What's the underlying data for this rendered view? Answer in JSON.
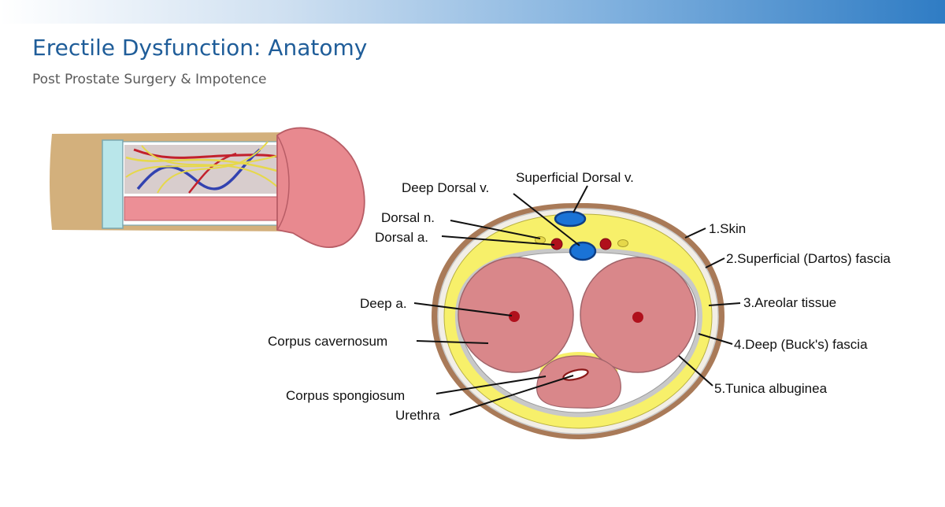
{
  "slide": {
    "title": "Erectile Dysfunction: Anatomy",
    "subtitle": "Post Prostate Surgery & Impotence"
  },
  "diagram": {
    "labels": {
      "superficial_dorsal_v": "Superficial Dorsal v.",
      "deep_dorsal_v": "Deep Dorsal v.",
      "dorsal_n": "Dorsal n.",
      "dorsal_a": "Dorsal a.",
      "deep_a": "Deep a.",
      "corpus_cavernosum": "Corpus cavernosum",
      "corpus_spongiosum": "Corpus spongiosum",
      "urethra": "Urethra",
      "skin": "1.Skin",
      "superficial_fascia": "2.Superficial (Dartos) fascia",
      "areolar_tissue": "3.Areolar tissue",
      "deep_fascia": "4.Deep (Buck's) fascia",
      "tunica_albuginea": "5.Tunica albuginea"
    },
    "colors": {
      "skin": "#a97a58",
      "fascia_yellow": "#f7f06a",
      "fascia_gray": "#c8c8c8",
      "erectile_tissue": "#d9878a",
      "artery": "#b0101c",
      "vein": "#1a73d6",
      "nerve": "#e6d84a"
    }
  }
}
